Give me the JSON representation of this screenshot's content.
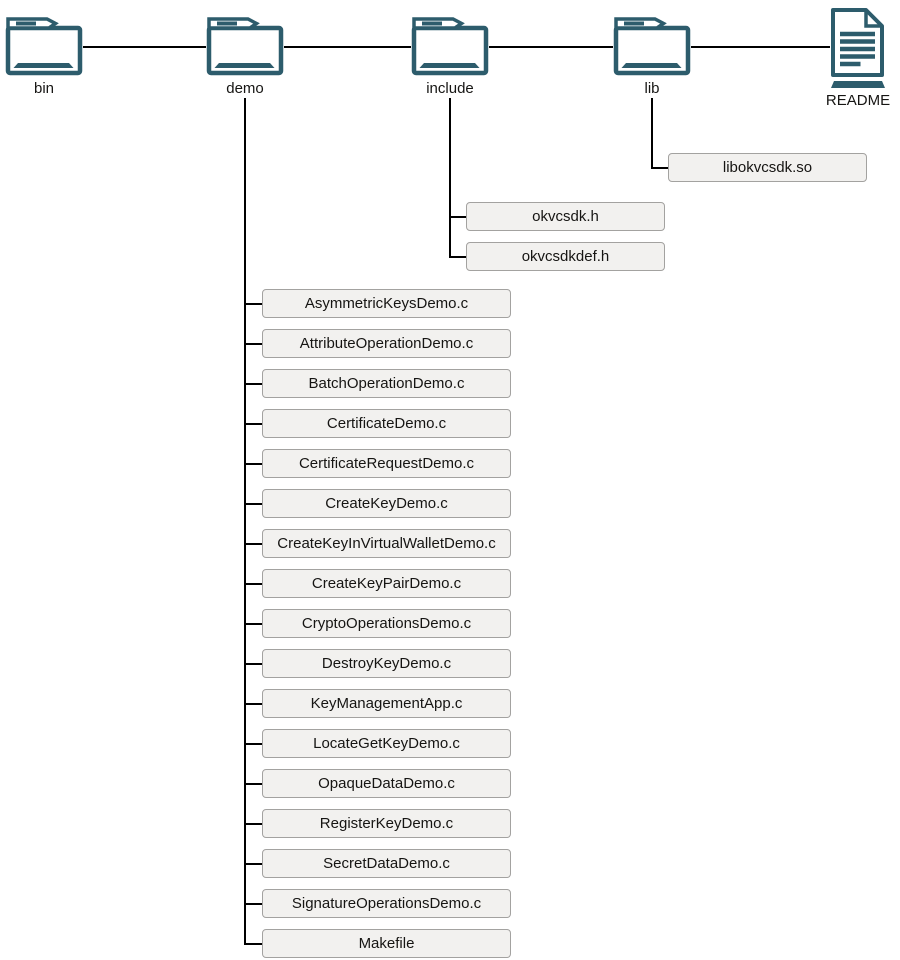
{
  "colors": {
    "icon_stroke": "#2d5c6c",
    "line": "#000000",
    "box_background": "#f2f1ef",
    "box_border": "#a3a2a0",
    "text": "#161513"
  },
  "tree": {
    "top_level": [
      {
        "label": "bin",
        "type": "folder",
        "children": []
      },
      {
        "label": "demo",
        "type": "folder",
        "children": [
          "AsymmetricKeysDemo.c",
          "AttributeOperationDemo.c",
          "BatchOperationDemo.c",
          "CertificateDemo.c",
          "CertificateRequestDemo.c",
          "CreateKeyDemo.c",
          "CreateKeyInVirtualWalletDemo.c",
          "CreateKeyPairDemo.c",
          "CryptoOperationsDemo.c",
          "DestroyKeyDemo.c",
          "KeyManagementApp.c",
          "LocateGetKeyDemo.c",
          "OpaqueDataDemo.c",
          "RegisterKeyDemo.c",
          "SecretDataDemo.c",
          "SignatureOperationsDemo.c",
          "Makefile"
        ]
      },
      {
        "label": "include",
        "type": "folder",
        "children": [
          "okvcsdk.h",
          "okvcsdkdef.h"
        ]
      },
      {
        "label": "lib",
        "type": "folder",
        "children": [
          "libokvcsdk.so"
        ]
      },
      {
        "label": "README",
        "type": "document",
        "children": []
      }
    ]
  }
}
